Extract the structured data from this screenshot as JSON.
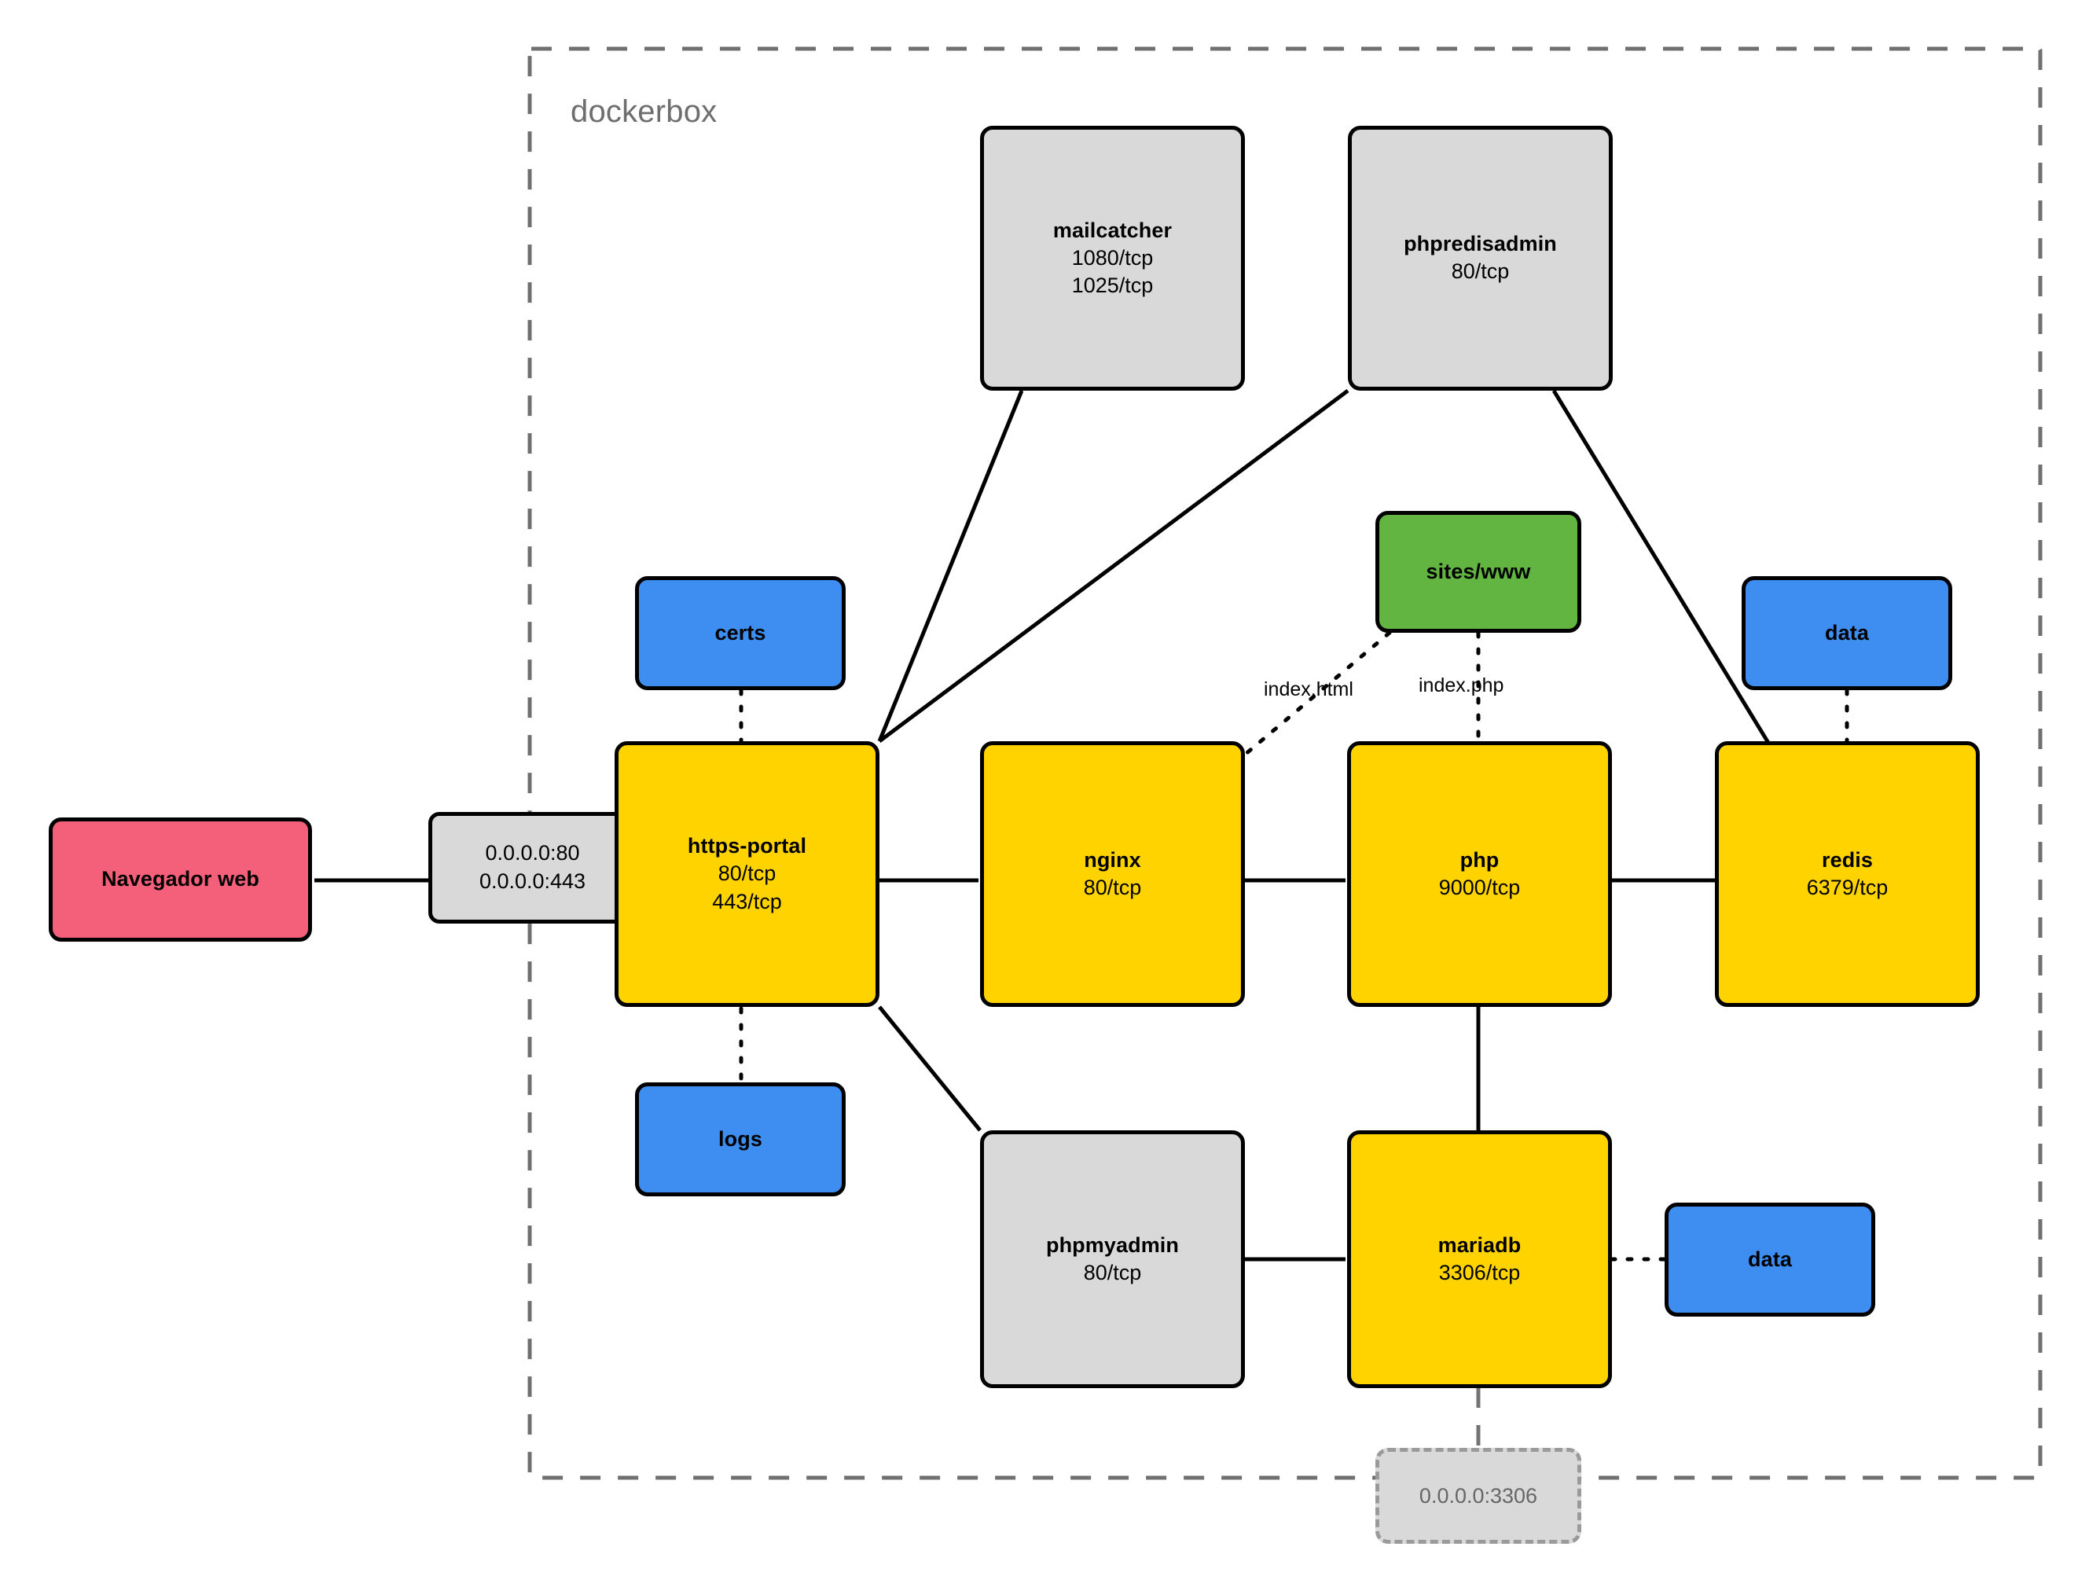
{
  "diagram": {
    "type": "architecture-diagram",
    "container": {
      "label": "dockerbox",
      "border_style": "dashed",
      "border_color": "#707070"
    },
    "palette": {
      "service": "#FFD300",
      "gray_service": "#D9D9D9",
      "volume": "#3D8EF0",
      "bind_mount": "#62B540",
      "client": "#F4607A",
      "edge": "#000000"
    },
    "nodes": {
      "navegador": {
        "title": "Navegador web",
        "ports": [],
        "kind": "client"
      },
      "mailcatcher": {
        "title": "mailcatcher",
        "ports": [
          "1080/tcp",
          "1025/tcp"
        ],
        "kind": "gray_service"
      },
      "phpredisadmin": {
        "title": "phpredisadmin",
        "ports": [
          "80/tcp"
        ],
        "kind": "gray_service"
      },
      "phpmyadmin": {
        "title": "phpmyadmin",
        "ports": [
          "80/tcp"
        ],
        "kind": "gray_service"
      },
      "https_portal": {
        "title": "https-portal",
        "ports": [
          "80/tcp",
          "443/tcp"
        ],
        "kind": "service"
      },
      "nginx": {
        "title": "nginx",
        "ports": [
          "80/tcp"
        ],
        "kind": "service"
      },
      "php": {
        "title": "php",
        "ports": [
          "9000/tcp"
        ],
        "kind": "service"
      },
      "redis": {
        "title": "redis",
        "ports": [
          "6379/tcp"
        ],
        "kind": "service"
      },
      "mariadb": {
        "title": "mariadb",
        "ports": [
          "3306/tcp"
        ],
        "kind": "service"
      },
      "certs": {
        "title": "certs",
        "ports": [],
        "kind": "volume"
      },
      "logs": {
        "title": "logs",
        "ports": [],
        "kind": "volume"
      },
      "redis_data": {
        "title": "data",
        "ports": [],
        "kind": "volume"
      },
      "mariadb_data": {
        "title": "data",
        "ports": [],
        "kind": "volume"
      },
      "sites_www": {
        "title": "sites/www",
        "ports": [],
        "kind": "bind_mount"
      }
    },
    "port_bindings": {
      "web": {
        "lines": [
          "0.0.0.0:80",
          "0.0.0.0:443"
        ],
        "style": "solid"
      },
      "db": {
        "lines": [
          "0.0.0.0:3306"
        ],
        "style": "dashed"
      }
    },
    "edge_labels": {
      "index_html": "index.html",
      "index_php": "index.php"
    },
    "edges": [
      {
        "from": "navegador",
        "to": "web-ports",
        "style": "solid"
      },
      {
        "from": "web-ports",
        "to": "https_portal",
        "style": "solid"
      },
      {
        "from": "mailcatcher",
        "to": "https_portal",
        "style": "solid"
      },
      {
        "from": "phpredisadmin",
        "to": "https_portal",
        "style": "solid"
      },
      {
        "from": "phpredisadmin",
        "to": "redis",
        "style": "solid"
      },
      {
        "from": "https_portal",
        "to": "nginx",
        "style": "solid"
      },
      {
        "from": "nginx",
        "to": "php",
        "style": "solid"
      },
      {
        "from": "php",
        "to": "redis",
        "style": "solid"
      },
      {
        "from": "php",
        "to": "mariadb",
        "style": "solid"
      },
      {
        "from": "https_portal",
        "to": "phpmyadmin",
        "style": "solid"
      },
      {
        "from": "phpmyadmin",
        "to": "mariadb",
        "style": "solid"
      },
      {
        "from": "certs",
        "to": "https_portal",
        "style": "dotted"
      },
      {
        "from": "logs",
        "to": "https_portal",
        "style": "dotted"
      },
      {
        "from": "sites_www",
        "to": "nginx",
        "style": "dotted",
        "label": "index.html"
      },
      {
        "from": "sites_www",
        "to": "php",
        "style": "dotted",
        "label": "index.php"
      },
      {
        "from": "redis_data",
        "to": "redis",
        "style": "dotted"
      },
      {
        "from": "mariadb",
        "to": "mariadb_data",
        "style": "dotted"
      },
      {
        "from": "mariadb",
        "to": "db-ports",
        "style": "dashed"
      }
    ]
  }
}
